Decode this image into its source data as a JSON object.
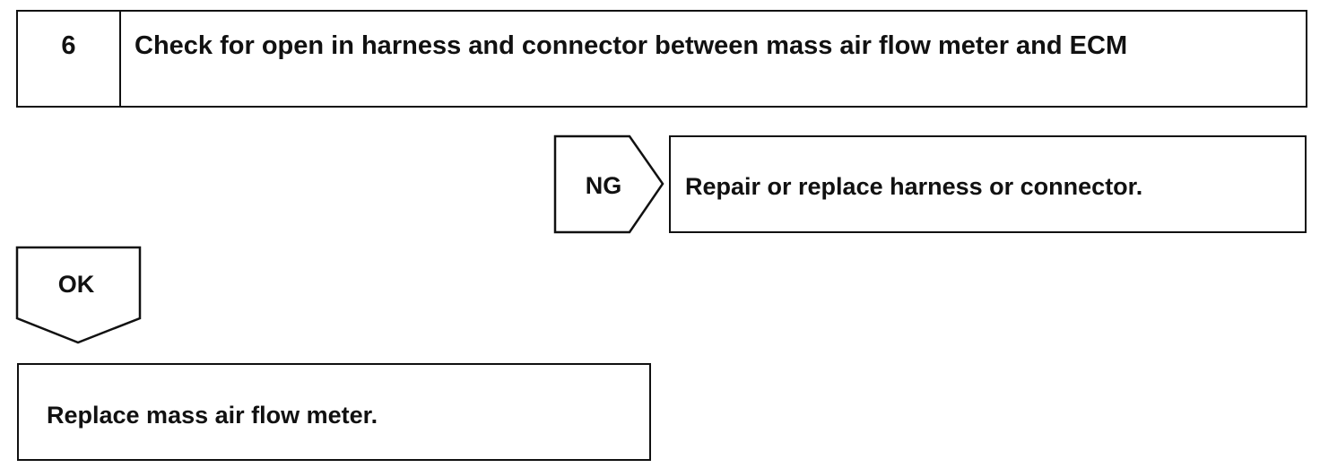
{
  "step": {
    "number": "6",
    "title": "Check for open in harness and connector between mass air flow meter and ECM"
  },
  "ng_branch": {
    "label": "NG",
    "action": "Repair or replace harness or connector."
  },
  "ok_branch": {
    "label": "OK",
    "action": "Replace mass air flow meter."
  }
}
